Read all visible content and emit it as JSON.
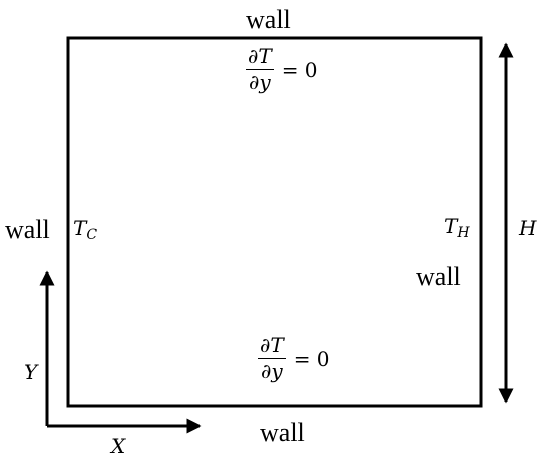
{
  "labels": {
    "wall_top": "wall",
    "wall_bottom": "wall",
    "wall_left": "wall",
    "wall_right": "wall",
    "t_cold": "T",
    "t_cold_sub": "C",
    "t_hot": "T",
    "t_hot_sub": "H",
    "height": "H",
    "axis_x": "X",
    "axis_y": "Y"
  },
  "boundary_top": {
    "numerator": "∂T",
    "denominator": "∂y",
    "rhs": "= 0"
  },
  "boundary_bottom": {
    "numerator": "∂T",
    "denominator": "∂y",
    "rhs": "= 0"
  },
  "colors": {
    "line": "#000000",
    "background": "#ffffff"
  }
}
